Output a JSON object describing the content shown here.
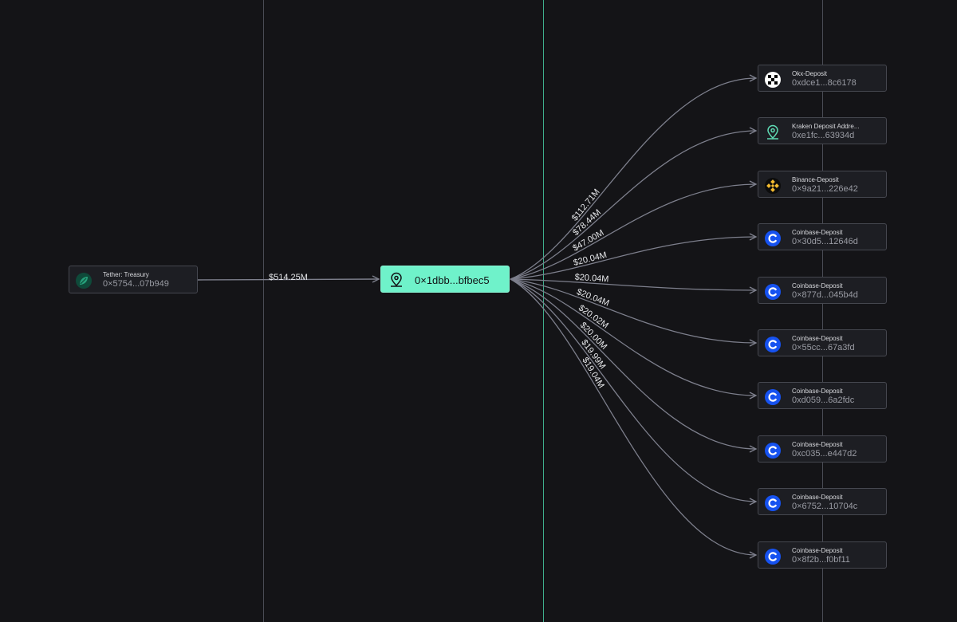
{
  "source": {
    "name": "Tether: Treasury",
    "address": "0×5754...07b949",
    "amount": "$514.25M",
    "icon": "tether-leaf-icon"
  },
  "center": {
    "address": "0×1dbb...bfbec5",
    "icon": "location-pin-icon"
  },
  "targets": [
    {
      "name": "Okx-Deposit",
      "address": "0xdce1...8c6178",
      "icon": "okx-icon",
      "amount": "$112.71M"
    },
    {
      "name": "Kraken Deposit Addre...",
      "address": "0xe1fc...63934d",
      "icon": "location-pin-icon",
      "amount": "$78.44M"
    },
    {
      "name": "Binance-Deposit",
      "address": "0×9a21...226e42",
      "icon": "binance-icon",
      "amount": "$47.00M"
    },
    {
      "name": "Coinbase-Deposit",
      "address": "0×30d5...12646d",
      "icon": "coinbase-icon",
      "amount": "$20.04M"
    },
    {
      "name": "Coinbase-Deposit",
      "address": "0×877d...045b4d",
      "icon": "coinbase-icon",
      "amount": "$20.04M"
    },
    {
      "name": "Coinbase-Deposit",
      "address": "0×55cc...67a3fd",
      "icon": "coinbase-icon",
      "amount": "$20.04M"
    },
    {
      "name": "Coinbase-Deposit",
      "address": "0xd059...6a2fdc",
      "icon": "coinbase-icon",
      "amount": "$20.02M"
    },
    {
      "name": "Coinbase-Deposit",
      "address": "0xc035...e447d2",
      "icon": "coinbase-icon",
      "amount": "$20.00M"
    },
    {
      "name": "Coinbase-Deposit",
      "address": "0×6752...10704c",
      "icon": "coinbase-icon",
      "amount": "$19.99M"
    },
    {
      "name": "Coinbase-Deposit",
      "address": "0×8f2b...f0bf11",
      "icon": "coinbase-icon",
      "amount": "$19.04M"
    }
  ],
  "colors": {
    "background": "#141417",
    "center_fill": "#6ff2ca",
    "edge": "#7d7f8c",
    "coinbase": "#1652f0",
    "binance": "#f3ba2f",
    "tether": "#26a17b"
  }
}
